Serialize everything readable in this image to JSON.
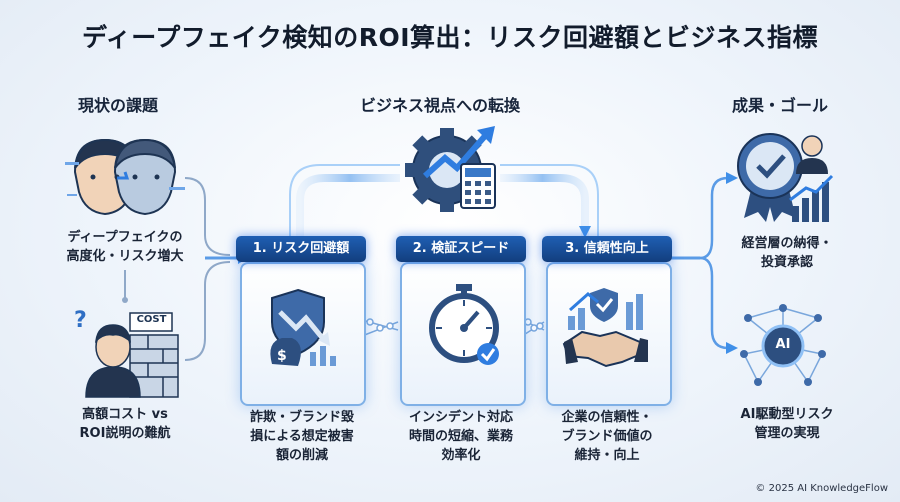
{
  "title": "ディープフェイク検知のROI算出：リスク回避額とビジネス指標",
  "sections": {
    "left": "現状の課題",
    "center": "ビジネス視点への転換",
    "right": "成果・ゴール"
  },
  "left_items": [
    {
      "label": "ディープフェイクの\n高度化・リスク増大"
    },
    {
      "label": "高額コスト vs\nROI説明の難航",
      "tag": "COST"
    }
  ],
  "steps": [
    {
      "badge": "1. リスク回避額",
      "desc": "詐欺・ブランド毀\n損による想定被害\n額の削減"
    },
    {
      "badge": "2. 検証スピード",
      "desc": "インシデント対応\n時間の短縮、業務\n効率化"
    },
    {
      "badge": "3. 信頼性向上",
      "desc": "企業の信頼性・\nブランド価値の\n維持・向上"
    }
  ],
  "right_items": [
    {
      "label": "経営層の納得・\n投資承認"
    },
    {
      "label": "AI駆動型リスク\n管理の実現",
      "tag": "AI"
    }
  ],
  "footer": "© 2025 AI KnowledgeFlow"
}
